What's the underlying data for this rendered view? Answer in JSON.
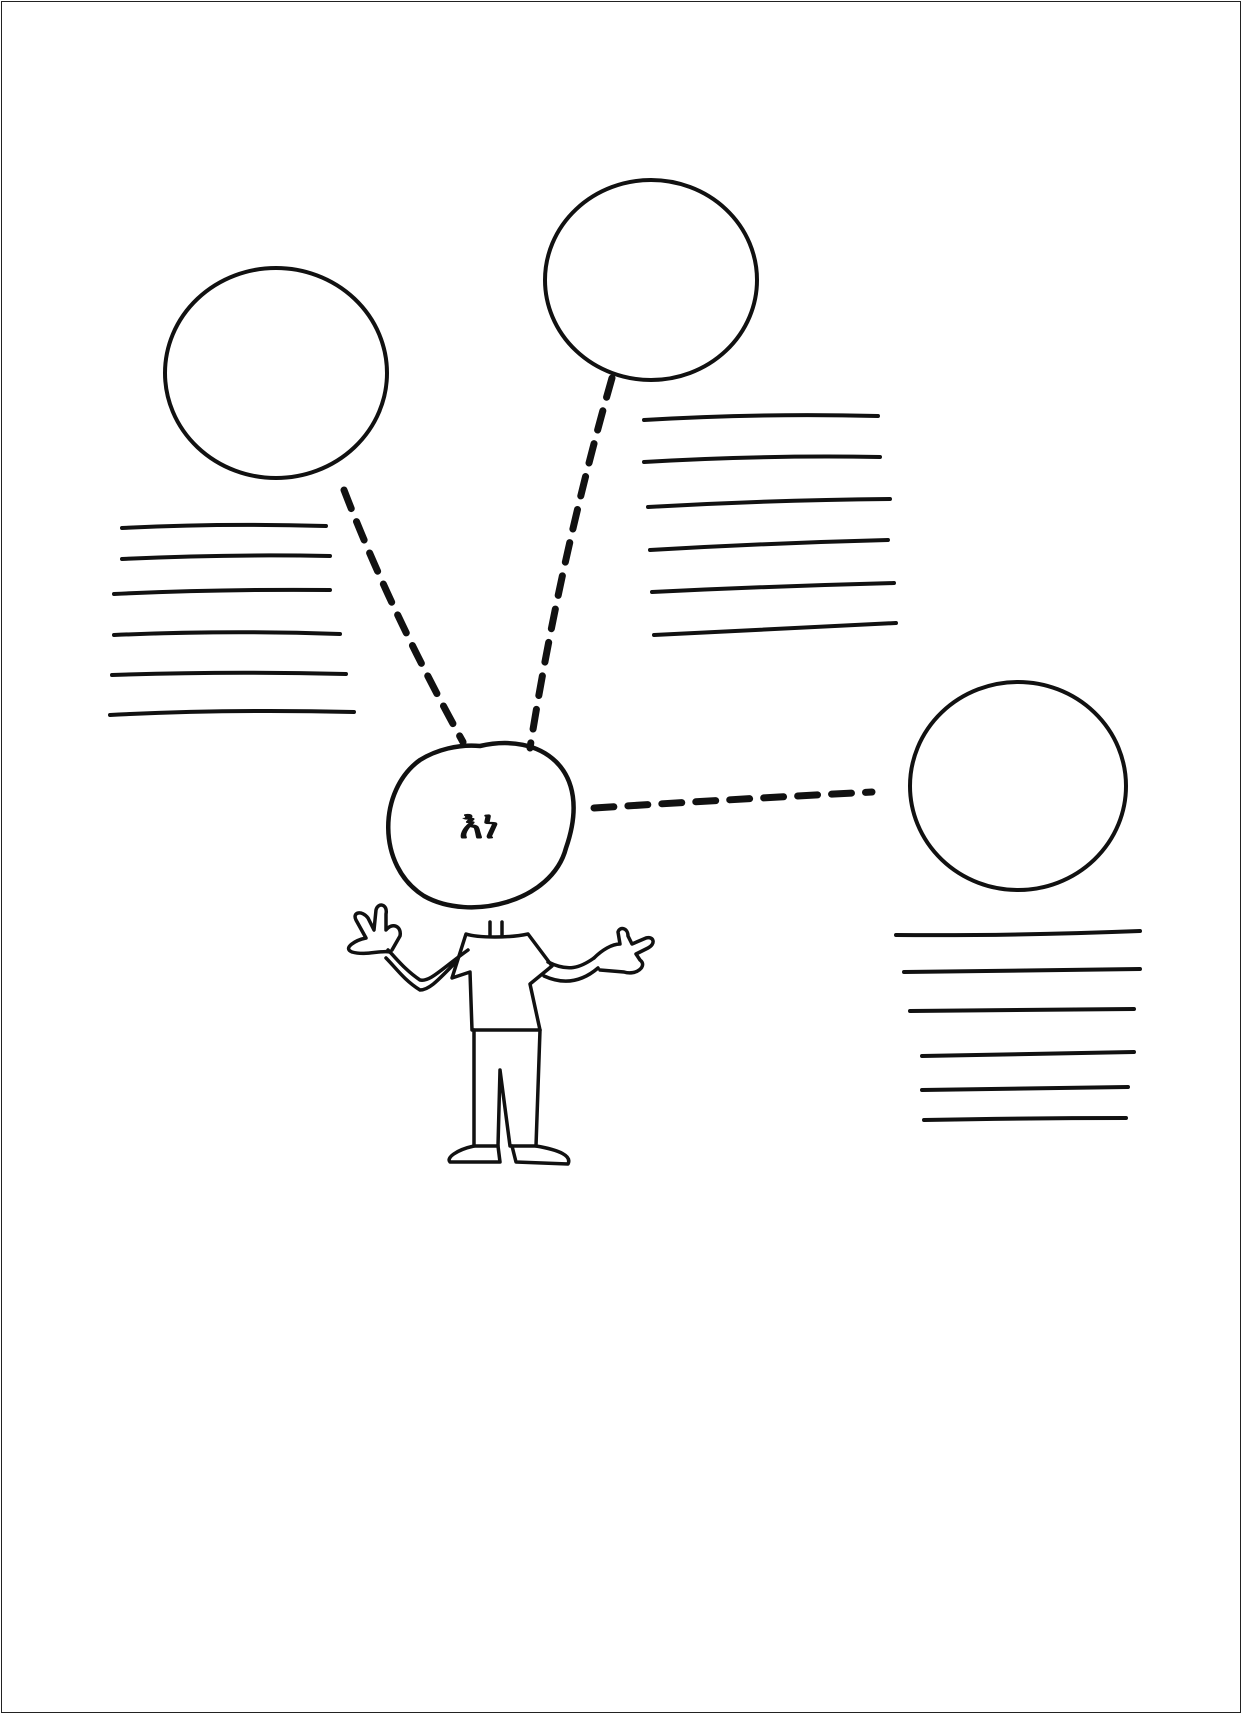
{
  "diagram": {
    "center_label": "እነ",
    "topic_bubbles": [
      {
        "id": "top-left",
        "writing_lines": 6
      },
      {
        "id": "top-center",
        "writing_lines": 6
      },
      {
        "id": "right",
        "writing_lines": 6
      }
    ],
    "ink_color": "#111111",
    "background_color": "#ffffff"
  }
}
